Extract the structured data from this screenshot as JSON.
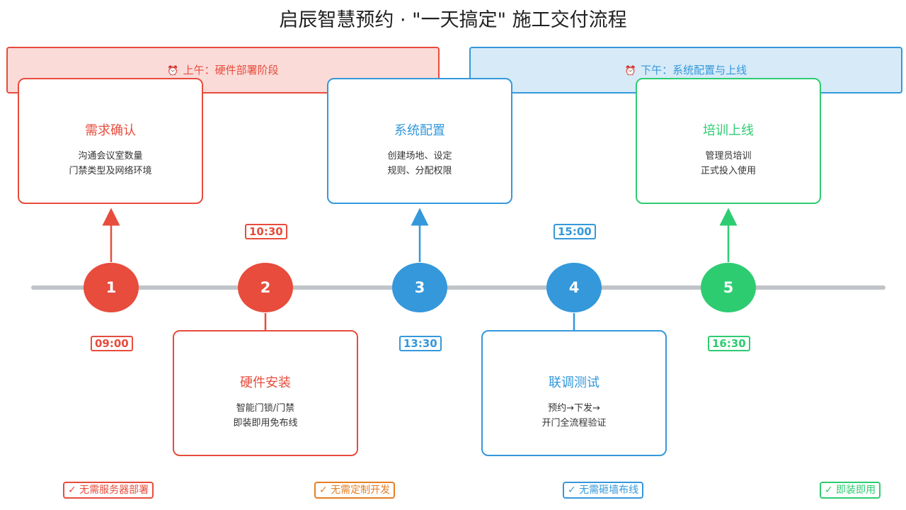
{
  "title": "启辰智慧预约 · \"一天搞定\" 施工交付流程",
  "phases": {
    "am": {
      "icon": "alarm-clock-icon",
      "label": "上午：硬件部署阶段",
      "color": "#e74c3c"
    },
    "pm": {
      "icon": "alarm-clock-icon",
      "label": "下午：系统配置与上线",
      "color": "#3498db"
    }
  },
  "steps": [
    {
      "num": "1",
      "time": "09:00",
      "title": "需求确认",
      "desc": [
        "沟通会议室数量",
        "门禁类型及网络环境"
      ],
      "color": "#e74c3c"
    },
    {
      "num": "2",
      "time": "10:30",
      "title": "硬件安装",
      "desc": [
        "智能门锁/门禁",
        "即装即用免布线"
      ],
      "color": "#e74c3c"
    },
    {
      "num": "3",
      "time": "13:30",
      "title": "系统配置",
      "desc": [
        "创建场地、设定",
        "规则、分配权限"
      ],
      "color": "#3498db"
    },
    {
      "num": "4",
      "time": "15:00",
      "title": "联调测试",
      "desc": [
        "预约→下发→",
        "开门全流程验证"
      ],
      "color": "#3498db"
    },
    {
      "num": "5",
      "time": "16:30",
      "title": "培训上线",
      "desc": [
        "管理员培训",
        "正式投入使用"
      ],
      "color": "#2ecc71"
    }
  ],
  "badges": [
    {
      "text": "✓ 无需服务器部署",
      "color": "#e74c3c"
    },
    {
      "text": "✓ 无需定制开发",
      "color": "#e67e22"
    },
    {
      "text": "✓ 无需砸墙布线",
      "color": "#3498db"
    },
    {
      "text": "✓ 即装即用",
      "color": "#2ecc71"
    }
  ]
}
